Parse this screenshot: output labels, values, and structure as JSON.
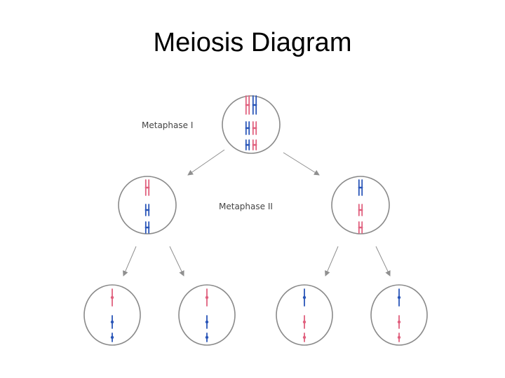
{
  "title": "Meiosis Diagram",
  "labels": {
    "metaphase_1": "Metaphase I",
    "metaphase_2": "Metaphase II"
  },
  "colors": {
    "maternal": "#e0607e",
    "paternal": "#2a56b8",
    "cell_outline": "#8a8a8a",
    "arrow": "#8f8f8f"
  },
  "cells": [
    {
      "id": "parent",
      "stage": "metaphase-i",
      "chromosomes": [
        [
          "maternal-pair",
          "paternal-pair"
        ],
        [
          "paternal-pair",
          "maternal-pair"
        ],
        [
          "paternal-pair",
          "maternal-pair"
        ]
      ]
    },
    {
      "id": "daughter-left",
      "stage": "metaphase-ii",
      "chromosomes": [
        "maternal-pair",
        "paternal-pair",
        "paternal-pair"
      ]
    },
    {
      "id": "daughter-right",
      "stage": "metaphase-ii",
      "chromosomes": [
        "paternal-pair",
        "maternal-pair",
        "maternal-pair"
      ]
    },
    {
      "id": "gamete-1",
      "stage": "gamete",
      "chromosomes": [
        "maternal",
        "paternal",
        "paternal"
      ]
    },
    {
      "id": "gamete-2",
      "stage": "gamete",
      "chromosomes": [
        "maternal",
        "paternal",
        "paternal"
      ]
    },
    {
      "id": "gamete-3",
      "stage": "gamete",
      "chromosomes": [
        "paternal",
        "maternal",
        "maternal"
      ]
    },
    {
      "id": "gamete-4",
      "stage": "gamete",
      "chromosomes": [
        "paternal",
        "maternal",
        "maternal"
      ]
    }
  ]
}
